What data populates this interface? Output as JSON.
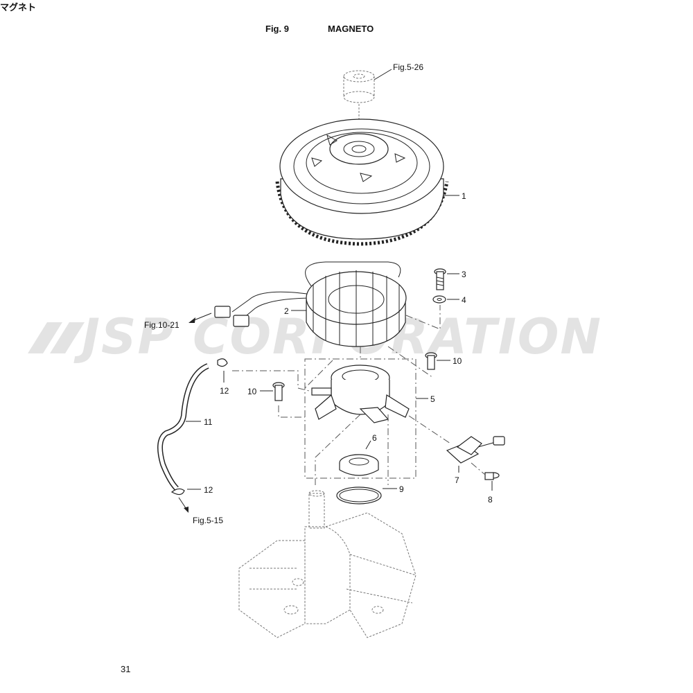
{
  "header": {
    "fig_label": "Fig. 9",
    "title": "MAGNETO",
    "title_jp": "マグネト"
  },
  "references": {
    "fig_5_26": "Fig.5-26",
    "fig_10_21": "Fig.10-21",
    "fig_5_15": "Fig.5-15"
  },
  "callouts": {
    "c1": "1",
    "c2": "2",
    "c3": "3",
    "c4": "4",
    "c5": "5",
    "c6": "6",
    "c7": "7",
    "c8": "8",
    "c9": "9",
    "c10a": "10",
    "c10b": "10",
    "c11": "11",
    "c12a": "12",
    "c12b": "12"
  },
  "watermark": "JSP CORPORATION",
  "page_number": "31"
}
